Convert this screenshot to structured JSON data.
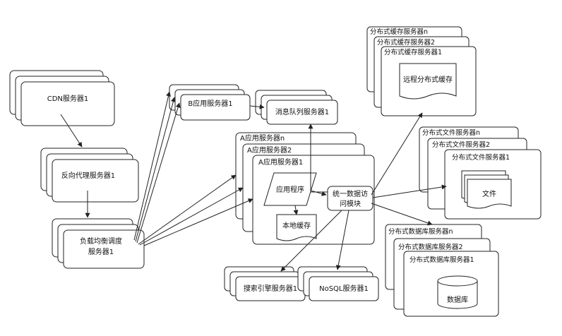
{
  "nodes": {
    "cdn": "CDN服务器1",
    "reverse_proxy": "反向代理服务器1",
    "load_balancer_line1": "负载均衡调度",
    "load_balancer_line2": "服务器1",
    "app_b": "B应用服务器1",
    "message_queue": "消息队列服务器1",
    "app_a_n": "A应用服务器n",
    "app_a_2": "A应用服务器2",
    "app_a_1": "A应用服务器1",
    "application": "应用程序",
    "local_cache": "本地缓存",
    "data_access_line1": "统一数据访",
    "data_access_line2": "问模块",
    "cache_n": "分布式缓存服务器n",
    "cache_2": "分布式缓存服务器2",
    "cache_1": "分布式缓存服务器1",
    "remote_cache": "远程分布式缓存",
    "file_n": "分布式文件服务器n",
    "file_2": "分布式文件服务器2",
    "file_1": "分布式文件服务器1",
    "file_doc": "文件",
    "db_n": "分布式数据库服务器n",
    "db_2": "分布式数据库服务器2",
    "db_1": "分布式数据库服务器1",
    "database": "数据库",
    "search": "搜索引擎服务器1",
    "nosql": "NoSQL服务器1"
  }
}
